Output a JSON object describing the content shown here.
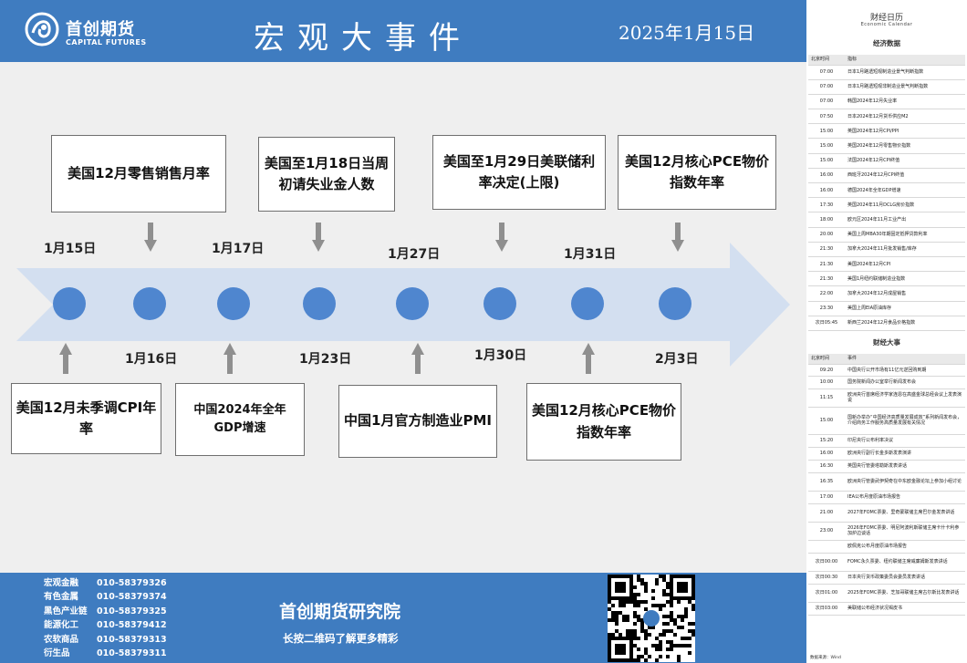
{
  "header": {
    "logo_cn": "首创期货",
    "logo_en": "CAPITAL FUTURES",
    "title": "宏观大事件",
    "date": "2025年1月15日"
  },
  "timeline": {
    "top_events": [
      {
        "text": "美国12月零售销售月率",
        "date": "1月15日"
      },
      {
        "text": "美国至1月18日当周初请失业金人数",
        "date": "1月17日"
      },
      {
        "text": "美国至1月29日美联储利率决定(上限)",
        "date": "1月27日"
      },
      {
        "text": "美国12月核心PCE物价指数年率",
        "date": "1月31日"
      }
    ],
    "bottom_events": [
      {
        "text": "美国12月未季调CPI年率",
        "date": "1月16日"
      },
      {
        "text": "中国2024年全年GDP增速",
        "date": "1月23日"
      },
      {
        "text": "中国1月官方制造业PMI",
        "date": "1月30日"
      },
      {
        "text": "美国12月核心PCE物价指数年率",
        "date": "2月3日"
      }
    ]
  },
  "footer": {
    "contacts": [
      {
        "name": "宏观金融",
        "phone": "010-58379326"
      },
      {
        "name": "有色金属",
        "phone": "010-58379374"
      },
      {
        "name": "黑色产业链",
        "phone": "010-58379325"
      },
      {
        "name": "能源化工",
        "phone": "010-58379412"
      },
      {
        "name": "农软商品",
        "phone": "010-58379313"
      },
      {
        "name": "衍生品",
        "phone": "010-58379311"
      }
    ],
    "institute": "首创期货研究院",
    "slogan": "长按二维码了解更多精彩"
  },
  "calendar": {
    "title": "财经日历",
    "subtitle": "Economic Calendar",
    "data_title": "经济数据",
    "data_headers": [
      "北京时间",
      "指标"
    ],
    "data_rows": [
      [
        "07:00",
        "日本1月路透短观制造业景气判断指数"
      ],
      [
        "07:00",
        "日本1月路透短观非制造业景气判断指数"
      ],
      [
        "07:00",
        "韩国2024年12月失业率"
      ],
      [
        "07:50",
        "日本2024年12月货币供应M2"
      ],
      [
        "15:00",
        "英国2024年12月CPI/PPI"
      ],
      [
        "15:00",
        "英国2024年12月零售物价指数"
      ],
      [
        "15:00",
        "法国2024年12月CPI终值"
      ],
      [
        "16:00",
        "西班牙2024年12月CPI终值"
      ],
      [
        "16:00",
        "德国2024年全年GDP增速"
      ],
      [
        "17:30",
        "英国2024年11月DCLG房价指数"
      ],
      [
        "18:00",
        "欧元区2024年11月工业产出"
      ],
      [
        "20:00",
        "美国上周MBA30年期固定抵押贷款利率"
      ],
      [
        "21:30",
        "加拿大2024年11月批发销售/库存"
      ],
      [
        "21:30",
        "美国2024年12月CPI"
      ],
      [
        "21:30",
        "美国1月纽约联储制造业指数"
      ],
      [
        "22:00",
        "加拿大2024年12月成屋销售"
      ],
      [
        "23:30",
        "美国上周EIA原油库存"
      ],
      [
        "次日05:45",
        "新西兰2024年12月食品价格指数"
      ]
    ],
    "events_title": "财经大事",
    "events_headers": [
      "北京时间",
      "事件"
    ],
    "events_rows": [
      [
        "09:20",
        "中国央行公开市场有11亿元逆回购到期"
      ],
      [
        "10:00",
        "国务院新闻办公室举行新闻发布会"
      ],
      [
        "11:15",
        "欧洲央行首席经济学家连恩在高盛金球总经会议上发表演说"
      ],
      [
        "15:00",
        "国新办举办“中国经济高质量发展成效”系列新闻发布会，介绍商务工作服务高质量发展有关情况"
      ],
      [
        "15:20",
        "印尼央行公布利率决议"
      ],
      [
        "16:00",
        "欧洲央行副行长金多斯发表演讲"
      ],
      [
        "16:30",
        "英国央行管委塔勒斯发表讲话"
      ],
      [
        "16:35",
        "欧洲央行管委武伊契奇在中东欧金融论坛上参加小组讨论"
      ],
      [
        "17:00",
        "IEA公布月度原油市场报告"
      ],
      [
        "21:00",
        "2027年FOMC票委、里奇蒙联储主席巴尔金发表讲话"
      ],
      [
        "23:00",
        "2026年FOMC票委、明尼阿波利斯联储主席卡什卡利参加炉边谈话"
      ],
      [
        "",
        "欧佩克公布月度原油市场报告"
      ],
      [
        "次日00:00",
        "FOMC永久票委、纽约联储主席威廉姆斯发表讲话"
      ],
      [
        "次日00:30",
        "日本央行货币政策委员会委员发表讲话"
      ],
      [
        "次日01:00",
        "2025年FOMC票委、芝加哥联储主席古尔斯比发表讲话"
      ],
      [
        "次日03:00",
        "美联储公布经济状况褐皮书"
      ]
    ],
    "source": "数据来源：Wind"
  },
  "colors": {
    "brand_blue": "#3f7cc0",
    "dot_blue": "#4f86cf",
    "arrow_light": "#d3dff0"
  }
}
